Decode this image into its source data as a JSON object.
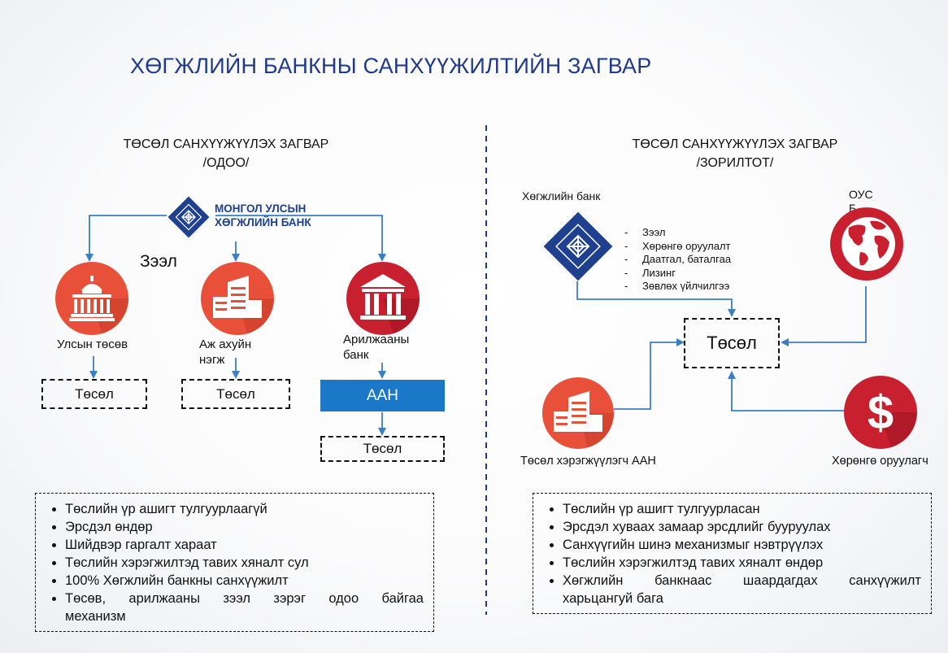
{
  "title": "ХӨГЖЛИЙН БАНКНЫ САНХҮҮЖИЛТИЙН ЗАГВАР",
  "left": {
    "heading_line1": "ТӨСӨЛ САНХҮҮЖҮҮЛЭХ ЗАГВАР",
    "heading_line2": "/ОДОО/",
    "bank_logo_line1": "МОНГОЛ УЛСЫН",
    "bank_logo_line2": "ХӨГЖЛИЙН БАНК",
    "loan_label": "Зээл",
    "budget_label": "Улсын төсөв",
    "business_label_line1": "Аж ахуйн",
    "business_label_line2": "нэгж",
    "commercial_label_line1": "Арилжааны",
    "commercial_label_line2": "банк",
    "aah_label": "ААН",
    "project1": "Төсөл",
    "project2": "Төсөл",
    "project3": "Төсөл",
    "bullets": [
      "Төслийн үр ашигт тулгуурлаагүй",
      "Эрсдэл өндөр",
      "Шийдвэр гаргалт хараат",
      "Төслийн хэрэгжилтэд тавих хяналт сул",
      "100% Хөгжлийн банкны санхүүжилт",
      "Төсөв, арилжааны зээл зэрэг одоо байгаа",
      "механизм"
    ]
  },
  "right": {
    "heading_line1": "ТӨСӨЛ САНХҮҮЖҮҮЛЭХ ЗАГВАР",
    "heading_line2": "/ЗОРИЛТОТ/",
    "dev_bank_label": "Хөгжлийн банк",
    "ous_label_line1": "ОУС",
    "ous_label_line2": "Б",
    "services": [
      "Зээл",
      "Хөрөнгө оруулалт",
      "Даатгал, баталгаа",
      "Лизинг",
      "Зөвлөх үйлчилгээ"
    ],
    "project_label": "Төсөл",
    "implementer_label": "Төсөл хэрэгжүүлэгч ААН",
    "investor_label": "Хөрөнгө оруулагч",
    "bullets": [
      "Төслийн үр ашигт тулгуурласан",
      "Эрсдэл хуваах замаар эрсдлийг бууруулах",
      "Санхүүгийн шинэ механизмыг нэвтрүүлэх",
      "Төслийн хэрэгжилтэд тавих хяналт өндөр",
      "Хөгжлийн банкнаас шаардагдах санхүүжилт",
      "харьцангуй бага"
    ]
  },
  "colors": {
    "title": "#1f3a8a",
    "arrow": "#3a7fc2",
    "orange": "#e8503a",
    "red": "#c8202f",
    "navy": "#1f3f8f",
    "aah_blue": "#1b78c9"
  },
  "icons": [
    "mongol-bank-logo-icon",
    "capitol-building-icon",
    "office-building-icon",
    "bank-columns-icon",
    "globe-icon",
    "dollar-icon"
  ]
}
